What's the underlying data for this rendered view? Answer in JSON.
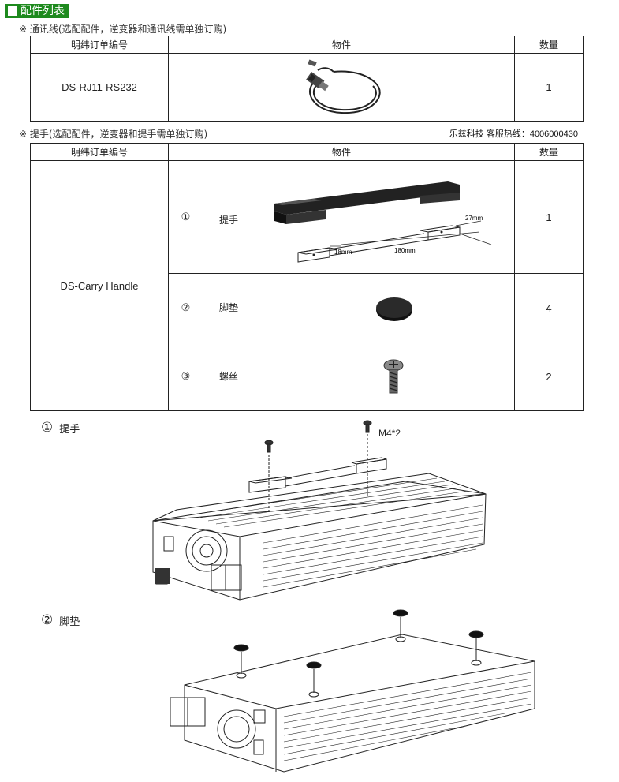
{
  "header": {
    "title": "配件列表"
  },
  "cable_section": {
    "note": "※ 通讯线(选配配件，逆变器和通讯线需单独订购)",
    "columns": [
      "明纬订单编号",
      "物件",
      "数量"
    ],
    "row": {
      "order_no": "DS-RJ11-RS232",
      "qty": "1"
    }
  },
  "handle_section": {
    "note": "※ 提手(选配配件，逆变器和提手需单独订购)",
    "hotline": "乐兹科技 客服热线：4006000430",
    "columns": [
      "明纬订单编号",
      "物件",
      "数量"
    ],
    "order_no": "DS-Carry Handle",
    "items": [
      {
        "index": "①",
        "name": "提手",
        "qty": "1"
      },
      {
        "index": "②",
        "name": "脚垫",
        "qty": "4"
      },
      {
        "index": "③",
        "name": "螺丝",
        "qty": "2"
      }
    ],
    "dims": {
      "width": "27mm",
      "end": "18mm",
      "length": "180mm"
    }
  },
  "diagram1": {
    "index": "①",
    "label": "提手",
    "screw_label": "M4*2"
  },
  "diagram2": {
    "index": "②",
    "label": "脚垫"
  }
}
